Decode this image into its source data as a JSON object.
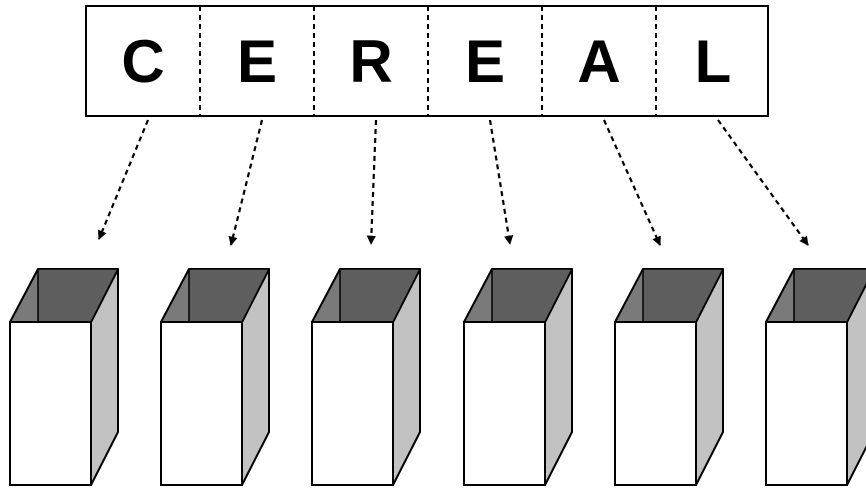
{
  "word": {
    "letters": [
      "C",
      "E",
      "R",
      "E",
      "A",
      "L"
    ]
  },
  "colors": {
    "outline": "#000000",
    "box_front": "#ffffff",
    "box_side": "#c2c2c2",
    "box_inner_back": "#5e5e5e",
    "box_inner_side": "#7a7a7a"
  }
}
